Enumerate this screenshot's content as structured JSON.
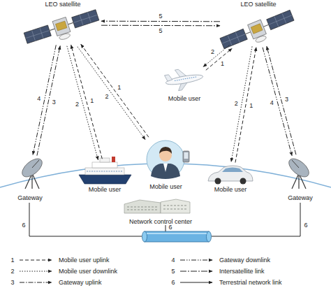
{
  "diagram": {
    "nodes": [
      {
        "text": [
          "LEO satellite"
        ]
      },
      {
        "text": [
          "LEO satellite"
        ]
      },
      {
        "text": [
          "Mobile user"
        ]
      },
      {
        "text": [
          "Gateway"
        ]
      },
      {
        "text": [
          "Mobile user"
        ]
      },
      {
        "text": [
          "Mobile user"
        ]
      },
      {
        "text": [
          "Mobile user"
        ]
      },
      {
        "text": [
          "Gateway"
        ]
      },
      {
        "text": [
          "Network control center"
        ]
      }
    ],
    "edges": [
      {
        "from": 0,
        "to": 1,
        "label": "5",
        "arrow": "to"
      },
      {
        "from": 1,
        "to": 0,
        "label": "5",
        "arrow": "to"
      },
      {
        "from": 4,
        "to": 0,
        "label": "1",
        "arrow": "to"
      },
      {
        "from": 0,
        "to": 4,
        "label": "2",
        "arrow": "to"
      },
      {
        "from": 5,
        "to": 0,
        "label": "1",
        "arrow": "to"
      },
      {
        "from": 0,
        "to": 5,
        "label": "2",
        "arrow": "to"
      },
      {
        "from": 3,
        "to": 0,
        "label": "3",
        "arrow": "to"
      },
      {
        "from": 0,
        "to": 3,
        "label": "4",
        "arrow": "to"
      },
      {
        "from": 2,
        "to": 1,
        "label": "1",
        "arrow": "to"
      },
      {
        "from": 1,
        "to": 2,
        "label": "2",
        "arrow": "to"
      },
      {
        "from": 6,
        "to": 1,
        "label": "1",
        "arrow": "to"
      },
      {
        "from": 1,
        "to": 6,
        "label": "2",
        "arrow": "to"
      },
      {
        "from": 7,
        "to": 1,
        "label": "3",
        "arrow": "to"
      },
      {
        "from": 1,
        "to": 7,
        "label": "4",
        "arrow": "to"
      }
    ],
    "labels": [
      "6",
      "6",
      "6",
      "1",
      "2",
      "3",
      "4",
      "5",
      "6"
    ],
    "legend": [
      {
        "text": "Mobile user uplink"
      },
      {
        "text": "Mobile user downlink"
      },
      {
        "text": "Gateway uplink"
      },
      {
        "text": "Gateway downlink"
      },
      {
        "text": "Intersatellite link"
      },
      {
        "text": "Terrestrial network link"
      }
    ]
  }
}
